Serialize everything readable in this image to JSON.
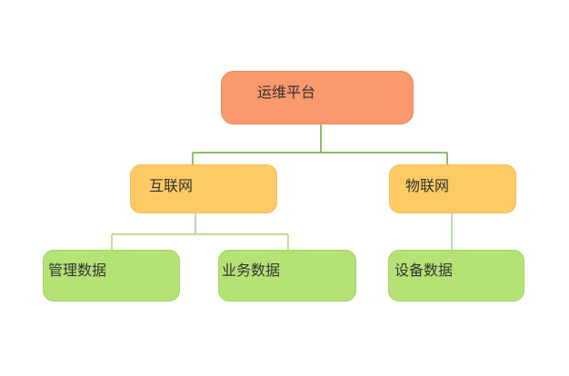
{
  "colors": {
    "root_fill": "#f9996c",
    "root_border": "#f08a5a",
    "level2_fill": "#fdca63",
    "level2_border": "#f5bd52",
    "level3_fill": "#b5e274",
    "level3_border": "#a4d463",
    "edge_dark": "#61ab3c",
    "edge_light": "#a6d57d",
    "text": "#333333"
  },
  "tree": {
    "label": "运维平台",
    "children": [
      {
        "label": "互联网",
        "children": [
          {
            "label": "管理数据"
          },
          {
            "label": "业务数据"
          }
        ]
      },
      {
        "label": "物联网",
        "children": [
          {
            "label": "设备数据"
          }
        ]
      }
    ]
  }
}
